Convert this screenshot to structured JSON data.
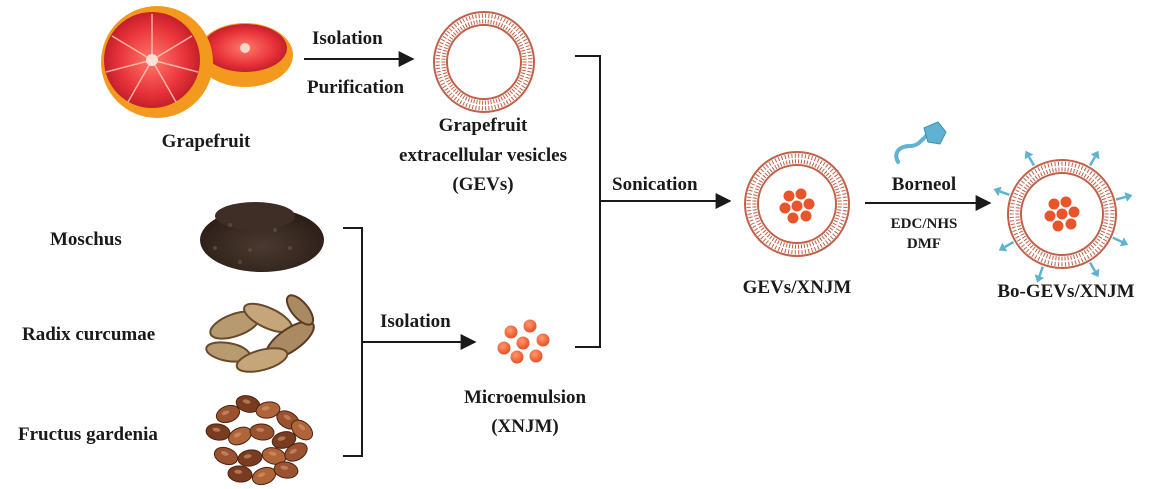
{
  "labels": {
    "grapefruit": "Grapefruit",
    "isolation_top": "Isolation",
    "purification": "Purification",
    "gev_line1": "Grapefruit",
    "gev_line2": "extracellular vesicles",
    "gev_line3": "(GEVs)",
    "moschus": "Moschus",
    "radix": "Radix curcumae",
    "fructus": "Fructus gardenia",
    "isolation_bottom": "Isolation",
    "micro_line1": "Microemulsion",
    "micro_line2": "(XNJM)",
    "sonication": "Sonication",
    "gevs_xnjm": "GEVs/XNJM",
    "borneol": "Borneol",
    "edc_nhs": "EDC/NHS",
    "dmf": "DMF",
    "bo_gevs_xnjm": "Bo-GEVs/XNJM"
  },
  "colors": {
    "membrane": "#c0614a",
    "droplet": "#e8552b",
    "borneol": "#5fb3d1",
    "grapefruit_flesh": "#e8323a",
    "grapefruit_rind": "#f39a1e",
    "moschus": "#3a2a22",
    "radix": "#a98a62",
    "gardenia": "#8a4a2a"
  }
}
